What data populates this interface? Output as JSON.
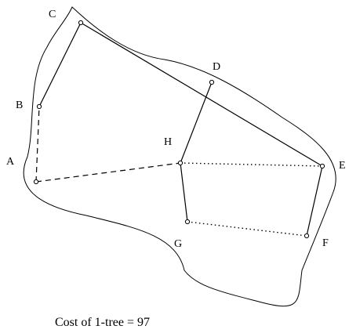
{
  "caption": "Cost of 1-tree = 97",
  "nodes": [
    {
      "id": "A",
      "label": "A"
    },
    {
      "id": "B",
      "label": "B"
    },
    {
      "id": "C",
      "label": "C"
    },
    {
      "id": "D",
      "label": "D"
    },
    {
      "id": "E",
      "label": "E"
    },
    {
      "id": "F",
      "label": "F"
    },
    {
      "id": "G",
      "label": "G"
    },
    {
      "id": "H",
      "label": "H"
    }
  ],
  "edges": [
    {
      "from": "B",
      "to": "C",
      "style": "solid"
    },
    {
      "from": "C",
      "to": "E",
      "style": "solid"
    },
    {
      "from": "D",
      "to": "H",
      "style": "solid"
    },
    {
      "from": "H",
      "to": "G",
      "style": "solid"
    },
    {
      "from": "E",
      "to": "F",
      "style": "solid"
    },
    {
      "from": "A",
      "to": "B",
      "style": "dashed"
    },
    {
      "from": "A",
      "to": "H",
      "style": "dashed"
    },
    {
      "from": "H",
      "to": "E",
      "style": "dotted"
    },
    {
      "from": "G",
      "to": "F",
      "style": "dotted"
    }
  ]
}
